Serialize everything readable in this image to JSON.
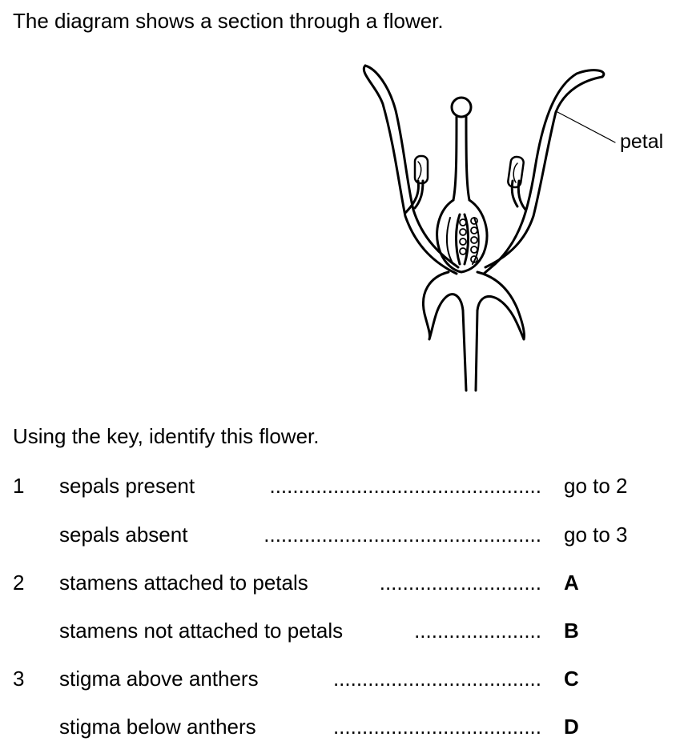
{
  "intro": "The diagram shows a section through a flower.",
  "diagram": {
    "labels": {
      "petal": "petal"
    }
  },
  "question": "Using the key, identify this flower.",
  "key": [
    {
      "number": "1",
      "description": "sepals present",
      "dots": "...............................................",
      "result": "go to 2",
      "result_bold": false
    },
    {
      "number": "",
      "description": "sepals absent",
      "dots": "................................................",
      "result": "go to 3",
      "result_bold": false
    },
    {
      "number": "2",
      "description": "stamens attached to petals",
      "dots": "............................",
      "result": "A",
      "result_bold": true
    },
    {
      "number": "",
      "description": "stamens not attached to petals",
      "dots": "......................",
      "result": "B",
      "result_bold": true
    },
    {
      "number": "3",
      "description": "stigma above anthers",
      "dots": "....................................",
      "result": "C",
      "result_bold": true
    },
    {
      "number": "",
      "description": "stigma below anthers",
      "dots": "....................................",
      "result": "D",
      "result_bold": true
    }
  ]
}
